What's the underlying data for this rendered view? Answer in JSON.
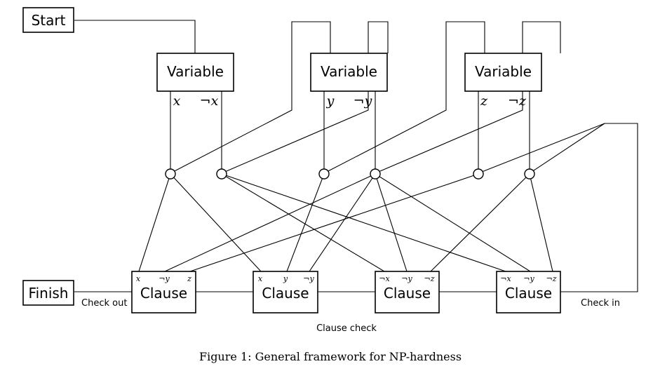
{
  "start_label": "Start",
  "finish_label": "Finish",
  "variables": [
    {
      "label": "Variable",
      "pos": "x",
      "neg": "¬x"
    },
    {
      "label": "Variable",
      "pos": "y",
      "neg": "¬y"
    },
    {
      "label": "Variable",
      "pos": "z",
      "neg": "¬z"
    }
  ],
  "clauses": [
    {
      "label": "Clause",
      "literals": [
        "x",
        "¬y",
        "z"
      ]
    },
    {
      "label": "Clause",
      "literals": [
        "x",
        "y",
        "¬y"
      ]
    },
    {
      "label": "Clause",
      "literals": [
        "¬x",
        "¬y",
        "¬z"
      ]
    },
    {
      "label": "Clause",
      "literals": [
        "¬x",
        "¬y",
        "¬z"
      ]
    }
  ],
  "check_out_label": "Check out",
  "check_in_label": "Check in",
  "clause_check_label": "Clause check",
  "caption": "Figure 1: General framework for NP-hardness"
}
